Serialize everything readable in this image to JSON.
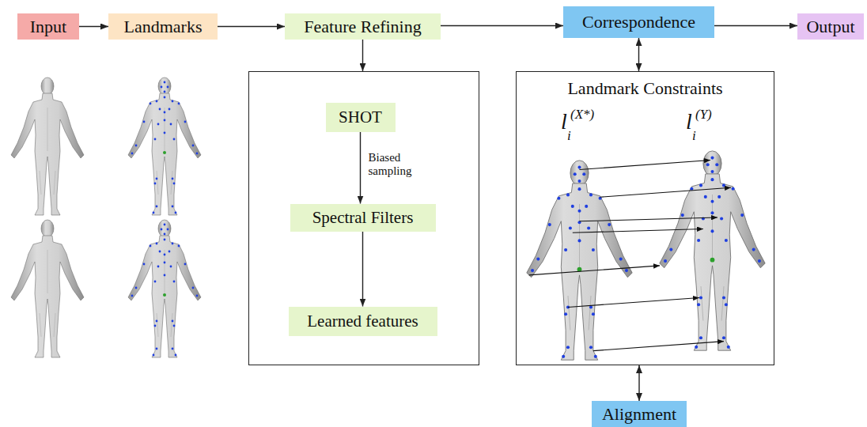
{
  "diagram": {
    "nodes": [
      {
        "text": [
          "Input"
        ]
      },
      {
        "text": [
          "Landmarks"
        ]
      },
      {
        "text": [
          "Feature Refining"
        ]
      },
      {
        "text": [
          "Correspondence"
        ]
      },
      {
        "text": [
          "Output"
        ]
      },
      {
        "text": []
      },
      {
        "text": [
          "SHOT"
        ],
        "in": 5
      },
      {
        "text": [
          "Spectral Filters"
        ],
        "in": 5
      },
      {
        "text": [
          "Learned features"
        ],
        "in": 5
      },
      {
        "text": [
          "Landmark Constraints"
        ]
      },
      {
        "text": [
          "Alignment"
        ]
      }
    ],
    "edges": [
      {
        "from": 0,
        "to": 1,
        "arrow": "to"
      },
      {
        "from": 1,
        "to": 2,
        "arrow": "to"
      },
      {
        "from": 2,
        "to": 3,
        "arrow": "to"
      },
      {
        "from": 3,
        "to": 4,
        "arrow": "to"
      },
      {
        "from": 2,
        "to": 5,
        "arrow": "to"
      },
      {
        "from": 6,
        "to": 7,
        "label": "Biased sampling",
        "arrow": "to"
      },
      {
        "from": 7,
        "to": 8,
        "arrow": "to"
      },
      {
        "from": 3,
        "to": 9,
        "arrow": "both"
      },
      {
        "from": 9,
        "to": 10,
        "arrow": "both"
      }
    ],
    "labels": [
      "l",
      "(X*)",
      "i",
      "l",
      "(Y)",
      "i"
    ]
  }
}
